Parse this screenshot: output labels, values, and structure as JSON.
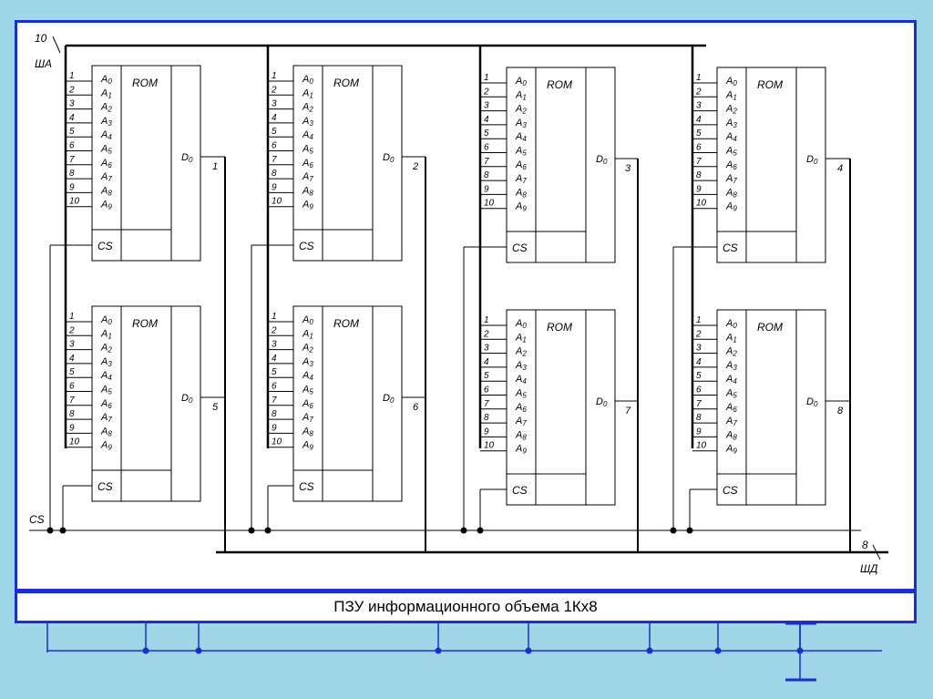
{
  "caption": "ПЗУ информационного объема 1Кх8",
  "bus_address": {
    "label": "ША",
    "width": "10"
  },
  "bus_data": {
    "label": "ШД",
    "width": "8"
  },
  "cs_line_label": "CS",
  "chip": {
    "type_label": "ROM",
    "cs_pin": "CS",
    "data_pin": "D",
    "data_pin_sub": "0",
    "address_prefix": "A",
    "address_subs": [
      "0",
      "1",
      "2",
      "3",
      "4",
      "5",
      "6",
      "7",
      "8",
      "9"
    ],
    "pin_numbers": [
      "1",
      "2",
      "3",
      "4",
      "5",
      "6",
      "7",
      "8",
      "9",
      "10"
    ]
  },
  "outputs": [
    "1",
    "2",
    "3",
    "4",
    "5",
    "6",
    "7",
    "8"
  ],
  "colors": {
    "frame": "#1a2ed8",
    "background": "#9fd6e8",
    "ink": "#000000"
  }
}
